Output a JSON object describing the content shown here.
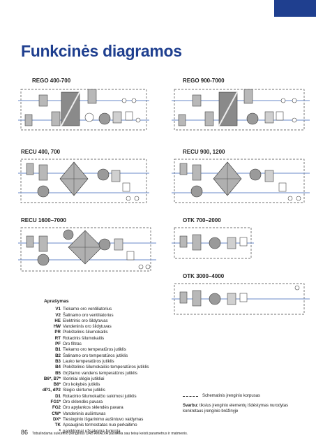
{
  "page": {
    "title": "Funkcinės diagramos",
    "page_number": "86",
    "footer_note": "Tobulindama sukūrimo įrenginius UAB AMALVA pasilieka sau teisę keisti parametrus ir matmenis."
  },
  "diagrams": [
    {
      "label": "REGO 400-700",
      "type": "rego"
    },
    {
      "label": "REGO 900-7000",
      "type": "rego"
    },
    {
      "label": "RECU 400, 700",
      "type": "recu"
    },
    {
      "label": "RECU 900, 1200",
      "type": "recu"
    },
    {
      "label": "RECU 1600–7000",
      "type": "recu"
    },
    {
      "label": "OTK 700–2000",
      "type": "otk"
    },
    {
      "label": "OTK 3000–4000",
      "type": "otk"
    }
  ],
  "legend": {
    "heading": "Aprašymas",
    "items": [
      {
        "code": "V1",
        "desc": "Tiekamo oro ventiliatorius"
      },
      {
        "code": "V2",
        "desc": "Šalinamo oro ventiliatorius"
      },
      {
        "code": "HE",
        "desc": "Elektrinis oro šildytuvas"
      },
      {
        "code": "HW",
        "desc": "Vandeninis oro šildytuvas"
      },
      {
        "code": "PR",
        "desc": "Plokštelinis šilumokaitis"
      },
      {
        "code": "RT",
        "desc": "Rotacinis šilumokaitis"
      },
      {
        "code": "PF",
        "desc": "Oro filtras"
      },
      {
        "code": "B1",
        "desc": "Tiekamo oro temperatūros jutiklis"
      },
      {
        "code": "B2",
        "desc": "Šalinamo oro temperatūros jutiklis"
      },
      {
        "code": "B3",
        "desc": "Lauko temperatūros jutiklis"
      },
      {
        "code": "B4",
        "desc": "Plokštelinio šilumokaičio temperatūros jutiklis"
      },
      {
        "code": "B5",
        "desc": "Grįžtamo vandens temperatūros jutiklis"
      },
      {
        "code": "B6*, B7*",
        "desc": "Išoriniai slėgio jutikliai"
      },
      {
        "code": "B8*",
        "desc": "Oro kokybės jutiklis"
      },
      {
        "code": "dP1, dP2",
        "desc": "Slėgio skirtumo jutiklis"
      },
      {
        "code": "D1",
        "desc": "Rotacinio šilumokaičio sukimosi jutiklis"
      },
      {
        "code": "FG1*",
        "desc": "Oro sklendės pavara"
      },
      {
        "code": "FG2",
        "desc": "Oro apylankos sklendės pavara"
      },
      {
        "code": "CW*",
        "desc": "Vandeninis aušintuvas"
      },
      {
        "code": "DX*",
        "desc": "Tiesioginio išgarinimo aušintuvo valdymas"
      },
      {
        "code": "TK",
        "desc": "Apsauginis termostatas nuo perkaitimo"
      },
      {
        "code": "*",
        "desc": "papildomai užsakoma funkcija"
      }
    ]
  },
  "notes": {
    "housing": "Schematinis įrenginio korpusas",
    "warning_bold": "Svarbu:",
    "warning_text": " tikslus įrenginio elementų išdėstymas nurodytas konkretaus įrenginio brėžinyje"
  },
  "colors": {
    "brand_blue": "#1f3f8f",
    "component_gray": "#b8b8b8",
    "fan_gray": "#9a9a9a",
    "accent_red": "#c43a3a"
  }
}
